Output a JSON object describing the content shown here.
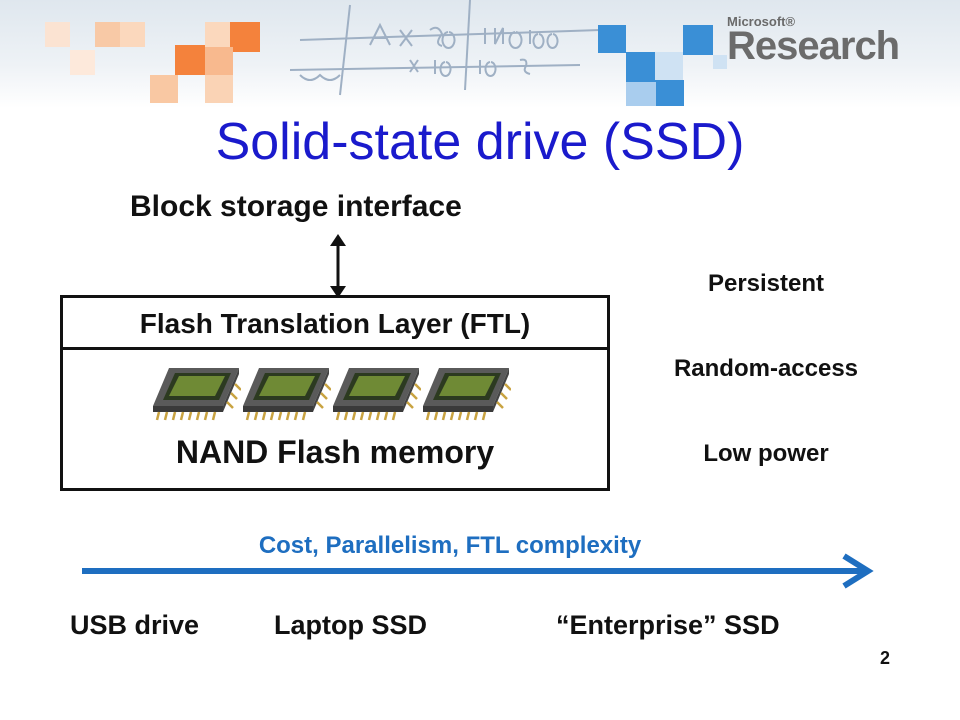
{
  "logo": {
    "brand_small": "Microsoft®",
    "brand_big": "Research"
  },
  "slide": {
    "title": "Solid-state drive (SSD)",
    "page_number": "2"
  },
  "diagram": {
    "interface_label": "Block storage interface",
    "ftl_label": "Flash Translation Layer (FTL)",
    "nand_label": "NAND Flash memory",
    "chip_count": 4
  },
  "properties": [
    "Persistent",
    "Random-access",
    "Low power"
  ],
  "scale": {
    "arrow_label": "Cost, Parallelism, FTL complexity",
    "items": [
      "USB drive",
      "Laptop SSD",
      "“Enterprise” SSD"
    ]
  },
  "colors": {
    "title": "#1a1acc",
    "arrow": "#1e6ec0",
    "orange": "#f4823c",
    "blue": "#3a8fd6"
  }
}
